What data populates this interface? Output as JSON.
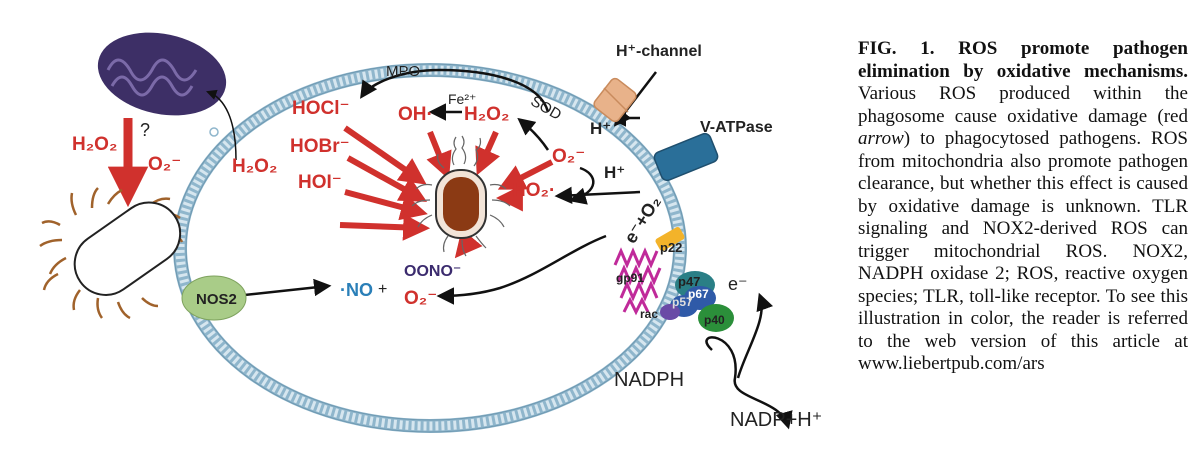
{
  "diagram": {
    "mito_h2o2": "H₂O₂",
    "mito_o2": "O₂⁻",
    "question_mark": "?",
    "membrane_h2o2": "H₂O₂",
    "mpo": "MPO",
    "fe2": "Fe²⁺",
    "sod": "SOD",
    "hocl": "HOCl⁻",
    "hobr": "HOBr⁻",
    "hoi": "HOI⁻",
    "oh": "OH·",
    "h2o2": "H₂O₂",
    "o2": "O₂⁻",
    "ho2": "HO₂·",
    "oono": "OONO⁻",
    "no": "·NO",
    "plus": "+",
    "o2_lower": "O₂⁻",
    "nos2": "NOS2",
    "h_channel": "H⁺-channel",
    "h_plus_1": "H⁺",
    "h_plus_2": "H⁺",
    "vatpase": "V-ATPase",
    "e_o2": "e⁻+O₂",
    "p22": "p22",
    "gp91": "gp91",
    "p47": "p47",
    "p67": "p67",
    "p57": "p57",
    "rac": "rac",
    "p40": "p40",
    "e_minus": "e⁻",
    "nadph": "NADPH",
    "nadp": "NADP+H⁺"
  },
  "caption": {
    "title": "FIG. 1.  ROS promote pathogen elimination by oxidative mechanisms.",
    "text_1": " Various ROS produced within the phagosome cause oxidative damage (red ",
    "arrow_word": "arrow",
    "text_2": ") to phagocytosed pathogens. ROS from mitochondria also promote pathogen clearance, but whether this effect is caused by oxidative damage is unknown. TLR signaling and NOX2-derived ROS can trigger mitochondrial ROS. NOX2, NADPH oxidase 2; ROS, reactive oxygen species; TLR, toll-like receptor. To see this illustration in color, the reader is referred to the web version of this article at www.liebertpub.com/ars"
  },
  "colors": {
    "red_arrow": "#d0312d",
    "membrane": "#8fb6cc",
    "mitochondrion": "#3d2f66",
    "nos2": "#a9cc88",
    "vatpase": "#2a6f99",
    "channel": "#e8b28a",
    "gp91": "#c02a9a",
    "p47": "#2a7f86",
    "p67": "#2f5aa8",
    "p40": "#2b8f3a",
    "pathogen": "#8b3a14"
  }
}
